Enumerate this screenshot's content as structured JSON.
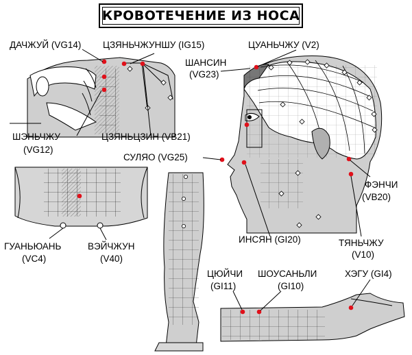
{
  "title": "КРОВОТЕЧЕНИЕ ИЗ НОСА",
  "colors": {
    "point_active": "#e0101a",
    "ink": "#000000",
    "skin_gray": "#9a9a9a",
    "skin_light": "#d8d8d8",
    "paper": "#ffffff"
  },
  "labels": {
    "dazhui": "ДАЧЖУЙ (VG14)",
    "jianzhongshu": "ЦЗЯНЬЧЖУНШУ (IG15)",
    "quanzhu": "ЦУАНЬЧЖУ (V2)",
    "shangxing": "ШАНСИН",
    "shangxing_code": "(VG23)",
    "shenzhu": "ШЭНЬЧЖУ",
    "shenzhu_code": "(VG12)",
    "jianjing": "ЦЗЯНЬЦЗИН (VB21)",
    "suliao": "СУЛЯО (VG25)",
    "fengchi": "ФЭНЧИ",
    "fengchi_code": "(VB20)",
    "guanyuan": "ГУАНЬЮАНЬ",
    "guanyuan_code": "(VC4)",
    "weizhong": "ВЭЙЧЖУН",
    "weizhong_code": "(V40)",
    "yingxiang": "ИНСЯН (GI20)",
    "tianzhu": "ТЯНЬЧЖУ",
    "tianzhu_code": "(V10)",
    "quchi": "ЦЮЙЧИ",
    "quchi_code": "(GI11)",
    "shousanli": "ШОУСАНЬЛИ",
    "shousanli_code": "(GI10)",
    "hegu": "ХЭГУ (GI4)"
  }
}
